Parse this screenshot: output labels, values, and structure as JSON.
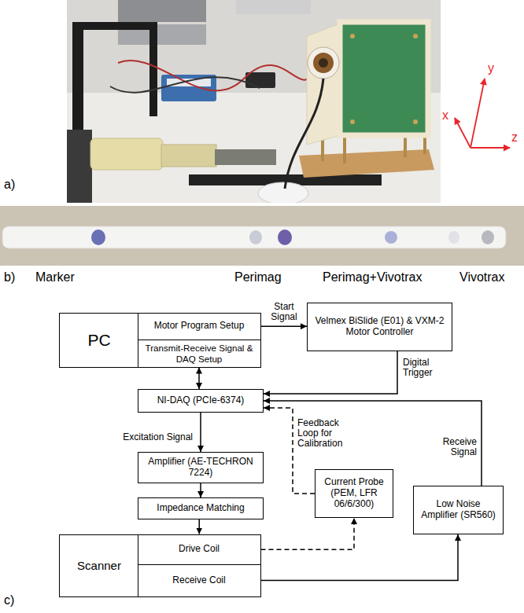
{
  "diagram": {
    "nodes": [
      {
        "text": [
          "PC"
        ]
      },
      {
        "text": [
          "Motor Program Setup"
        ],
        "in": 0
      },
      {
        "text": [
          "Transmit-Receive Signal & DAQ Setup"
        ],
        "in": 0
      },
      {
        "text": [
          "Velmex BiSlide (E01) & VXM-2 Motor Controller"
        ]
      },
      {
        "text": [
          "NI-DAQ (PCIe-6374)"
        ]
      },
      {
        "text": [
          "Amplifier (AE-TECHRON 7224)"
        ]
      },
      {
        "text": [
          "Impedance Matching"
        ]
      },
      {
        "text": [
          "Current Probe (PEM, LFR 06/6/300)"
        ]
      },
      {
        "text": [
          "Low Noise Amplifier (SR560)"
        ]
      },
      {
        "text": [
          "Scanner"
        ]
      },
      {
        "text": [
          "Drive Coil"
        ],
        "in": 9
      },
      {
        "text": [
          "Receive Coil"
        ],
        "in": 9
      }
    ],
    "edges": [
      {
        "from": 1,
        "to": 3,
        "arrow": "to",
        "label": "Start Signal"
      },
      {
        "from": 2,
        "to": 4,
        "arrow": "both"
      },
      {
        "from": 3,
        "to": 4,
        "arrow": "to",
        "label": "Digital Trigger"
      },
      {
        "from": 4,
        "to": 5,
        "arrow": "to",
        "label": "Excitation Signal"
      },
      {
        "from": 5,
        "to": 6,
        "arrow": "to"
      },
      {
        "from": 6,
        "to": 10,
        "arrow": "to"
      },
      {
        "from": 10,
        "to": 7,
        "arrow": "to"
      },
      {
        "from": 7,
        "to": 4,
        "arrow": "to",
        "label": "Feedback Loop for Calibration"
      },
      {
        "from": 11,
        "to": 8,
        "arrow": "to"
      },
      {
        "from": 8,
        "to": 4,
        "arrow": "to",
        "label": "Receive Signal"
      }
    ],
    "labels": [
      "a)",
      "x",
      "y",
      "z",
      "b)",
      "Marker",
      "Perimag",
      "Perimag+Vivotrax",
      "Vivotrax",
      "c)"
    ]
  }
}
